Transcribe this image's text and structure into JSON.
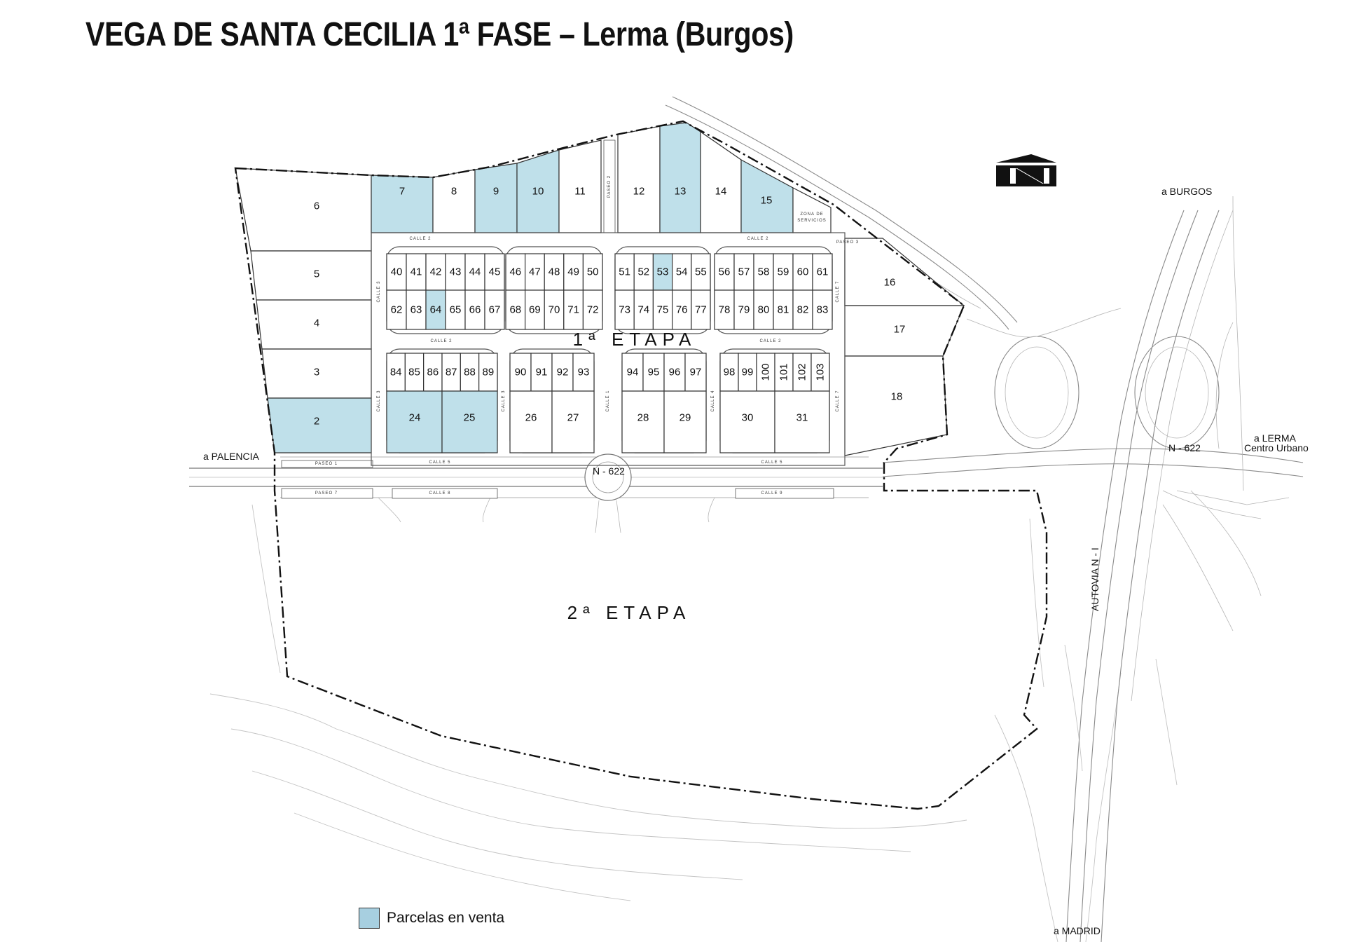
{
  "title": "VEGA DE SANTA CECILIA 1ª FASE – Lerma (Burgos)",
  "legend": {
    "label": "Parcelas en venta",
    "swatch_color": "#a7cfe0"
  },
  "stages": {
    "stage1": "1ª ETAPA",
    "stage2": "2ª ETAPA"
  },
  "roads": {
    "n622": "N - 622",
    "n622_right": "N - 622",
    "autovia": "AUTOVIA N - I"
  },
  "destinations": {
    "burgos": "a BURGOS",
    "palencia": "a PALENCIA",
    "lerma1": "a LERMA",
    "lerma2": "Centro Urbano",
    "madrid": "a MADRID"
  },
  "zona_servicios": [
    "ZONA DE",
    "SERVICIOS"
  ],
  "streets": {
    "calle2": "CALLE 2",
    "calle3": "CALLE 3",
    "calle5": "CALLE 5",
    "calle8": "CALLE 8",
    "calle9": "CALLE 9",
    "calle1": "CALLE 1",
    "calle7": "CALLE 7",
    "calle4": "CALLE 4",
    "paseo1": "PASEO 1",
    "paseo2": "PASEO 2",
    "paseo3": "PASEO 3",
    "paseo7": "PASEO 7"
  },
  "plots_for_sale": [
    "2",
    "7",
    "9",
    "10",
    "13",
    "15",
    "24",
    "25",
    "53",
    "64"
  ],
  "plots": {
    "p6": "6",
    "p5": "5",
    "p4": "4",
    "p3": "3",
    "p2": "2",
    "p7": "7",
    "p8": "8",
    "p9": "9",
    "p10": "10",
    "p11": "11",
    "p12": "12",
    "p13": "13",
    "p14": "14",
    "p15": "15",
    "p16": "16",
    "p17": "17",
    "p18": "18",
    "p24": "24",
    "p25": "25",
    "p26": "26",
    "p27": "27",
    "p28": "28",
    "p29": "29",
    "p30": "30",
    "p31": "31",
    "row1": [
      [
        "40",
        "41",
        "42",
        "43",
        "44",
        "45"
      ],
      [
        "46",
        "47",
        "48",
        "49",
        "50"
      ],
      [
        "51",
        "52",
        "53",
        "54",
        "55"
      ],
      [
        "56",
        "57",
        "58",
        "59",
        "60",
        "61"
      ]
    ],
    "row2": [
      [
        "62",
        "63",
        "64",
        "65",
        "66",
        "67"
      ],
      [
        "68",
        "69",
        "70",
        "71",
        "72"
      ],
      [
        "73",
        "74",
        "75",
        "76",
        "77"
      ],
      [
        "78",
        "79",
        "80",
        "81",
        "82",
        "83"
      ]
    ],
    "row3": [
      [
        "84",
        "85",
        "86",
        "87",
        "88",
        "89"
      ],
      [
        "90",
        "91",
        "92",
        "93"
      ],
      [
        "94",
        "95",
        "96",
        "97"
      ],
      [
        "98",
        "99",
        "100",
        "101",
        "102",
        "103"
      ]
    ]
  }
}
